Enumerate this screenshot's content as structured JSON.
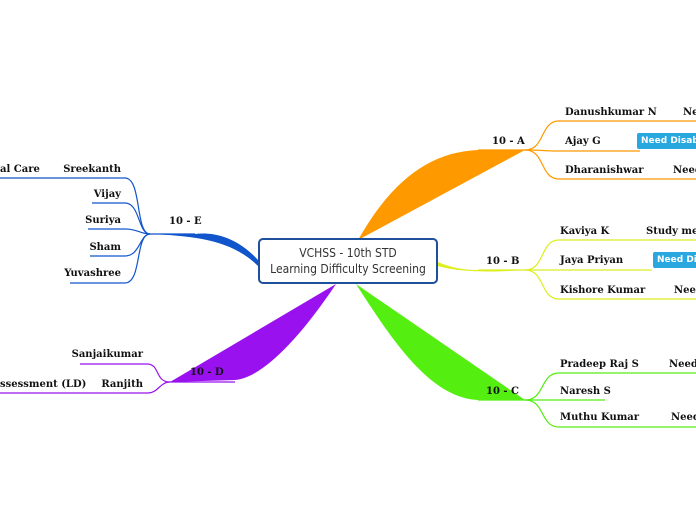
{
  "central": {
    "line1": "VCHSS - 10th STD",
    "line2": "Learning Difficulty Screening"
  },
  "branches": {
    "a": {
      "label": "10 - A",
      "color": "#ff9900",
      "children": [
        {
          "name": "Danushkumar N",
          "note": "Ne"
        },
        {
          "name": "Ajay G",
          "badge": "Need Disabil"
        },
        {
          "name": "Dharanishwar",
          "note": "Need"
        }
      ]
    },
    "b": {
      "label": "10 - B",
      "color": "#ddee22",
      "children": [
        {
          "name": "Kaviya K",
          "note": "Study meth"
        },
        {
          "name": "Jaya Priyan",
          "badge": "Need Disa"
        },
        {
          "name": "Kishore Kumar",
          "note": "Need"
        }
      ]
    },
    "c": {
      "label": "10 - C",
      "color": "#55ee11",
      "children": [
        {
          "name": "Pradeep Raj S",
          "note": "Need S"
        },
        {
          "name": "Naresh S"
        },
        {
          "name": "Muthu Kumar",
          "note": "Need"
        }
      ]
    },
    "d": {
      "label": "10 - D",
      "color": "#9911ee",
      "children": [
        {
          "name": "Sanjaikumar"
        },
        {
          "name": "Ranjith",
          "note": "ssessment (LD)"
        }
      ]
    },
    "e": {
      "label": "10 - E",
      "color": "#1155cc",
      "children": [
        {
          "name": "Sreekanth",
          "note": "al Care"
        },
        {
          "name": "Vijay"
        },
        {
          "name": "Suriya"
        },
        {
          "name": "Sham"
        },
        {
          "name": "Yuvashree"
        }
      ]
    }
  }
}
